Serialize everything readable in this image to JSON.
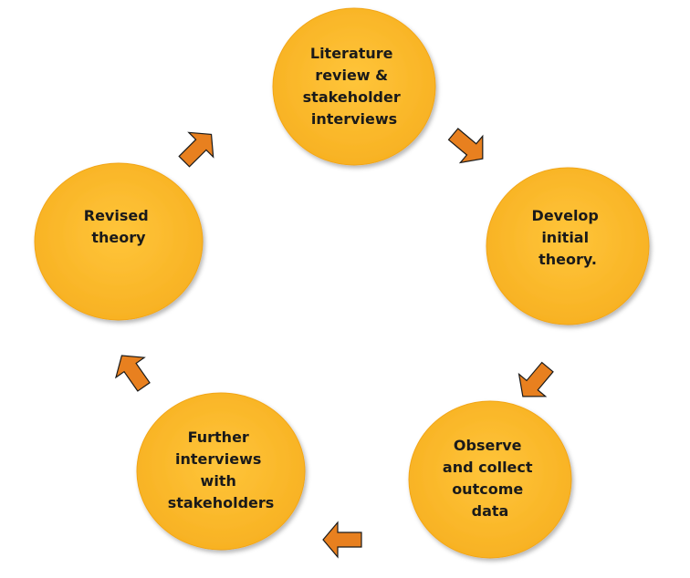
{
  "diagram": {
    "type": "cycle",
    "node_color": "#FDB92A",
    "node_edge_color": "#F2A516",
    "arrow_fill": "#E8801F",
    "arrow_stroke": "#1a1a1a",
    "nodes": [
      {
        "id": "literature",
        "lines": [
          "Literature",
          "review &",
          "stakeholder",
          "interviews"
        ]
      },
      {
        "id": "develop",
        "lines": [
          "Develop",
          "initial",
          "theory."
        ]
      },
      {
        "id": "observe",
        "lines": [
          "Observe",
          "and collect",
          "outcome",
          "data"
        ]
      },
      {
        "id": "further",
        "lines": [
          "Further",
          "interviews",
          "with",
          "stakeholders"
        ]
      },
      {
        "id": "revised",
        "lines": [
          "Revised",
          "theory"
        ]
      }
    ],
    "flow": [
      {
        "from": "literature",
        "to": "develop",
        "icon": "arrow-right-down-icon"
      },
      {
        "from": "develop",
        "to": "observe",
        "icon": "arrow-down-left-icon"
      },
      {
        "from": "observe",
        "to": "further",
        "icon": "arrow-left-icon"
      },
      {
        "from": "further",
        "to": "revised",
        "icon": "arrow-up-left-icon"
      },
      {
        "from": "revised",
        "to": "literature",
        "icon": "arrow-up-right-icon"
      }
    ]
  }
}
